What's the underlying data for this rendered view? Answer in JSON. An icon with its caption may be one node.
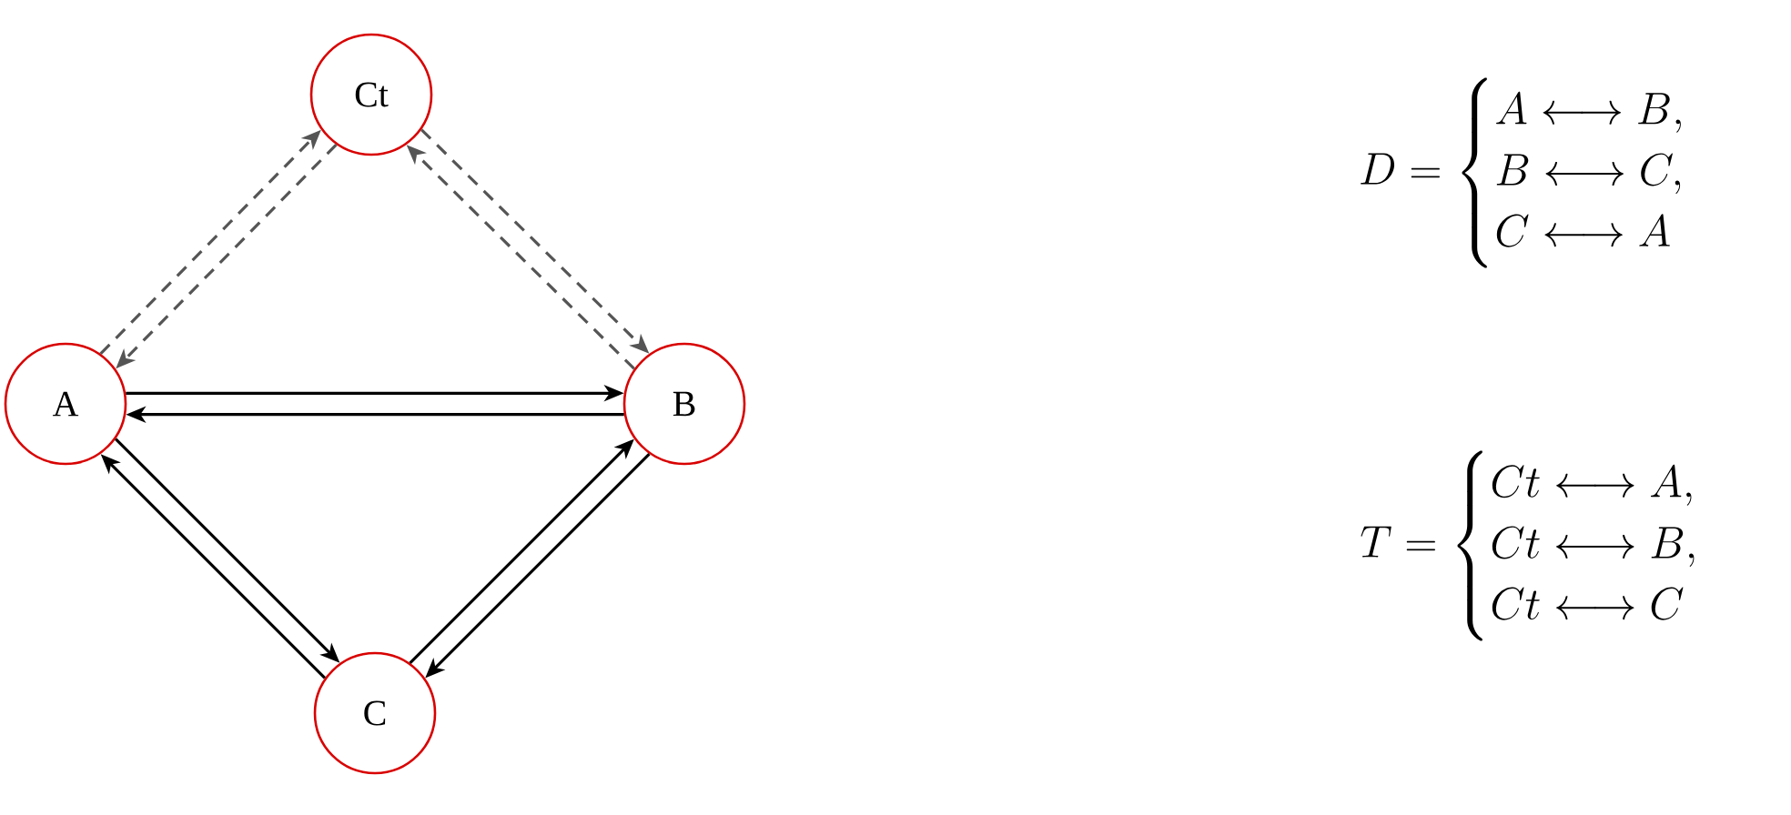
{
  "diagram": {
    "nodes": [
      {
        "text": [
          "Ct"
        ]
      },
      {
        "text": [
          "A"
        ]
      },
      {
        "text": [
          "B"
        ]
      },
      {
        "text": [
          "C"
        ]
      }
    ],
    "edges": [
      {
        "from": 1,
        "to": 0,
        "arrow": "to",
        "style": "dashed",
        "color": "#555555"
      },
      {
        "from": 0,
        "to": 1,
        "arrow": "to",
        "style": "dashed",
        "color": "#555555"
      },
      {
        "from": 0,
        "to": 2,
        "arrow": "to",
        "style": "dashed",
        "color": "#555555"
      },
      {
        "from": 2,
        "to": 0,
        "arrow": "to",
        "style": "dashed",
        "color": "#555555"
      },
      {
        "from": 1,
        "to": 2,
        "arrow": "to"
      },
      {
        "from": 2,
        "to": 1,
        "arrow": "to"
      },
      {
        "from": 1,
        "to": 3,
        "arrow": "to"
      },
      {
        "from": 3,
        "to": 1,
        "arrow": "to"
      },
      {
        "from": 3,
        "to": 2,
        "arrow": "to"
      },
      {
        "from": 2,
        "to": 3,
        "arrow": "to"
      }
    ],
    "labels": [
      "D = \\begin{cases} A \\longleftrightarrow B, \\\\ B \\longleftrightarrow C, \\\\ C \\longleftrightarrow A \\end{cases}",
      "T = \\begin{cases} Ct \\longleftrightarrow A, \\\\ Ct \\longleftrightarrow B, \\\\ Ct \\longleftrightarrow C \\end{cases}"
    ]
  }
}
